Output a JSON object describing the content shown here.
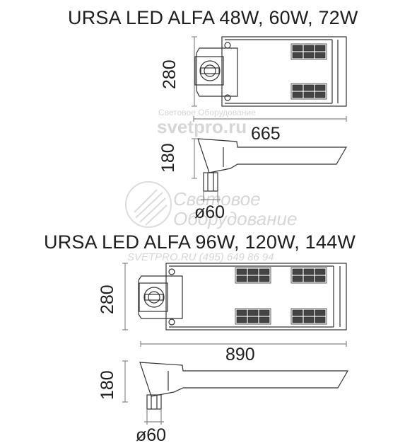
{
  "watermark": {
    "line1_small": "Световое Оборудование",
    "line1_big": "svetpro.ru",
    "line2_a": "Световое",
    "line2_b": "Оборудование",
    "line2_c": "SVETPRO.RU   (495) 649 86 94"
  },
  "top": {
    "title": "URSA LED ALFA 48W, 60W, 72W",
    "height_dim": "280",
    "length_dim": "665",
    "side_height_dim": "180",
    "pipe_dim": "ø60"
  },
  "bottom": {
    "title": "URSA LED ALFA 96W, 120W, 144W",
    "height_dim": "280",
    "length_dim": "890",
    "side_height_dim": "180",
    "pipe_dim": "ø60"
  },
  "colors": {
    "line": "#333333",
    "dim_line": "#888888",
    "led": "#555555",
    "watermark": "#d6d6d6"
  }
}
